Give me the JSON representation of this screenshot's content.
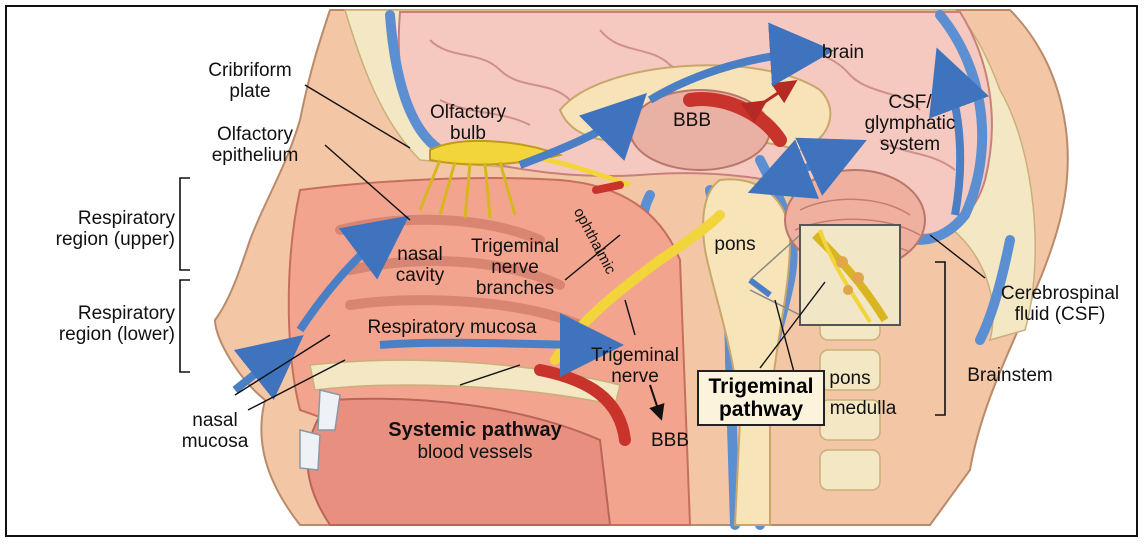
{
  "labels": {
    "cribriform": "Cribriform\nplate",
    "olf_epithelium": "Olfactory\nepithelium",
    "olf_bulb": "Olfactory\nbulb",
    "brain": "brain",
    "bbb_top": "BBB",
    "csf_glymphatic": "CSF/\nglymphatic\nsystem",
    "resp_upper": "Respiratory\nregion (upper)",
    "resp_lower": "Respiratory\nregion (lower)",
    "nasal_cavity": "nasal\ncavity",
    "trig_branches": "Trigeminal\nnerve\nbranches",
    "ophthalmic": "ophthalmic",
    "pons": "pons",
    "resp_mucosa": "Respiratory mucosa",
    "trig_nerve": "Trigeminal\nnerve",
    "bbb_bottom": "BBB",
    "systemic_title": "Systemic pathway",
    "systemic_sub": "blood vessels",
    "nasal_mucosa": "nasal\nmucosa",
    "trig_pathway": "Trigeminal\npathway",
    "pons_small": "pons",
    "medulla": "medulla",
    "brainstem": "Brainstem",
    "csf_full": "Cerebrospinal\nfluid (CSF)"
  },
  "colors": {
    "skin": "#f3c6a6",
    "tissue": "#f2a48f",
    "brain": "#f6c9c0",
    "bone": "#f4e7c3",
    "csf_blue": "#5b8fd1",
    "nerve_yellow": "#f2d43b",
    "vessel_red": "#c8342c",
    "arrow_blue": "#4a7fc6"
  }
}
